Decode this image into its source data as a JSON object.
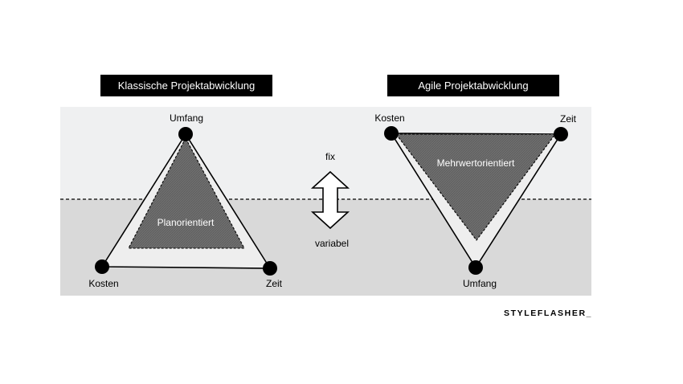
{
  "classic": {
    "title": "Klassische Projektabwicklung",
    "center_label": "Planorientiert",
    "vertex_labels": {
      "top": "Umfang",
      "left": "Kosten",
      "right": "Zeit"
    }
  },
  "agile": {
    "title": "Agile Projektabwicklung",
    "center_label": "Mehrwertorientiert",
    "vertex_labels": {
      "left": "Kosten",
      "right": "Zeit",
      "bottom": "Umfang"
    }
  },
  "middle": {
    "top_label": "fix",
    "bottom_label": "variabel"
  },
  "brand": "STYLEFLASHER_",
  "colors": {
    "band_top": "#eff0f1",
    "band_bottom": "#d9d9d9",
    "inner_triangle": "#6f6f6f",
    "title_background": "#000000"
  }
}
